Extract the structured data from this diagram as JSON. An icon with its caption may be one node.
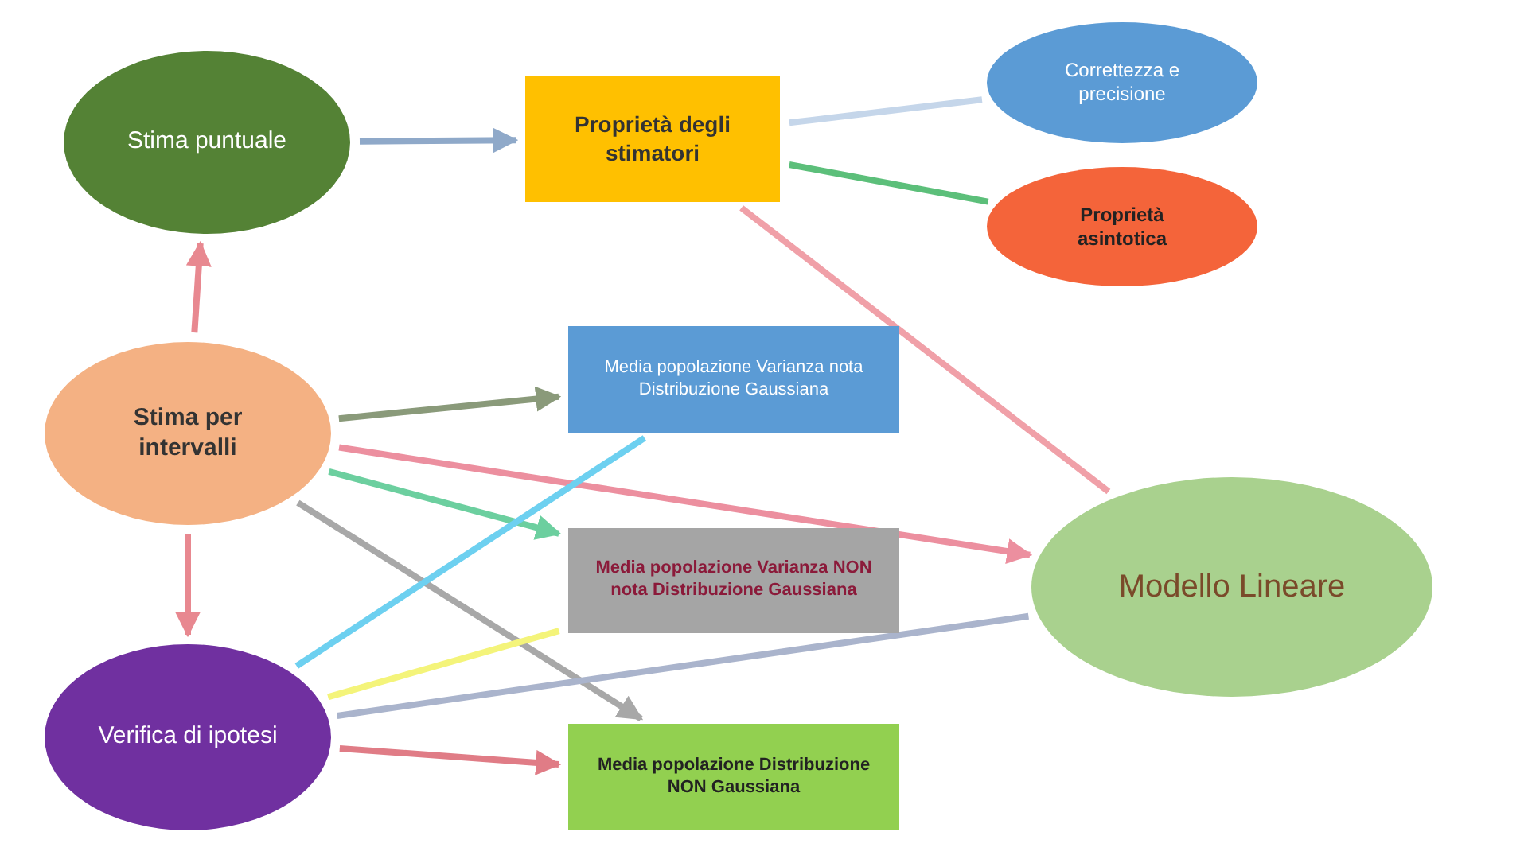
{
  "diagram": {
    "nodes": [
      {
        "text": [
          "Stima puntuale"
        ]
      },
      {
        "text": [
          "Proprietà degli stimatori"
        ]
      },
      {
        "text": [
          "Correttezza e precisione"
        ]
      },
      {
        "text": [
          "Proprietà asintotica"
        ]
      },
      {
        "text": [
          "Stima per intervalli"
        ]
      },
      {
        "text": [
          "Media popolazione Varianza nota Distribuzione Gaussiana"
        ]
      },
      {
        "text": [
          "Media popolazione Varianza NON nota Distribuzione Gaussiana"
        ]
      },
      {
        "text": [
          "Modello Lineare"
        ]
      },
      {
        "text": [
          "Verifica di ipotesi"
        ]
      },
      {
        "text": [
          "Media popolazione Distribuzione NON Gaussiana"
        ]
      }
    ],
    "edges": [
      {
        "from": 0,
        "to": 1,
        "arrow": "to",
        "color": "#8fa9c9"
      },
      {
        "from": 1,
        "to": 2,
        "arrow": "none",
        "color": "#c5d6ea"
      },
      {
        "from": 1,
        "to": 3,
        "arrow": "none",
        "color": "#5cbf7a"
      },
      {
        "from": 1,
        "to": 7,
        "arrow": "none",
        "color": "#f0a0a8"
      },
      {
        "from": 4,
        "to": 0,
        "arrow": "to",
        "color": "#e88890"
      },
      {
        "from": 4,
        "to": 8,
        "arrow": "to",
        "color": "#e88890"
      },
      {
        "from": 4,
        "to": 5,
        "arrow": "to",
        "color": "#8a9a7a"
      },
      {
        "from": 4,
        "to": 7,
        "arrow": "to",
        "color": "#ec8f9f"
      },
      {
        "from": 4,
        "to": 6,
        "arrow": "to",
        "color": "#6ccf9f"
      },
      {
        "from": 4,
        "to": 9,
        "arrow": "to",
        "color": "#a8a8a8"
      },
      {
        "from": 8,
        "to": 5,
        "arrow": "none",
        "color": "#6dd0f0"
      },
      {
        "from": 8,
        "to": 6,
        "arrow": "none",
        "color": "#f4f47a"
      },
      {
        "from": 8,
        "to": 7,
        "arrow": "none",
        "color": "#aab4cc"
      },
      {
        "from": 8,
        "to": 9,
        "arrow": "to",
        "color": "#e07c86"
      }
    ]
  }
}
